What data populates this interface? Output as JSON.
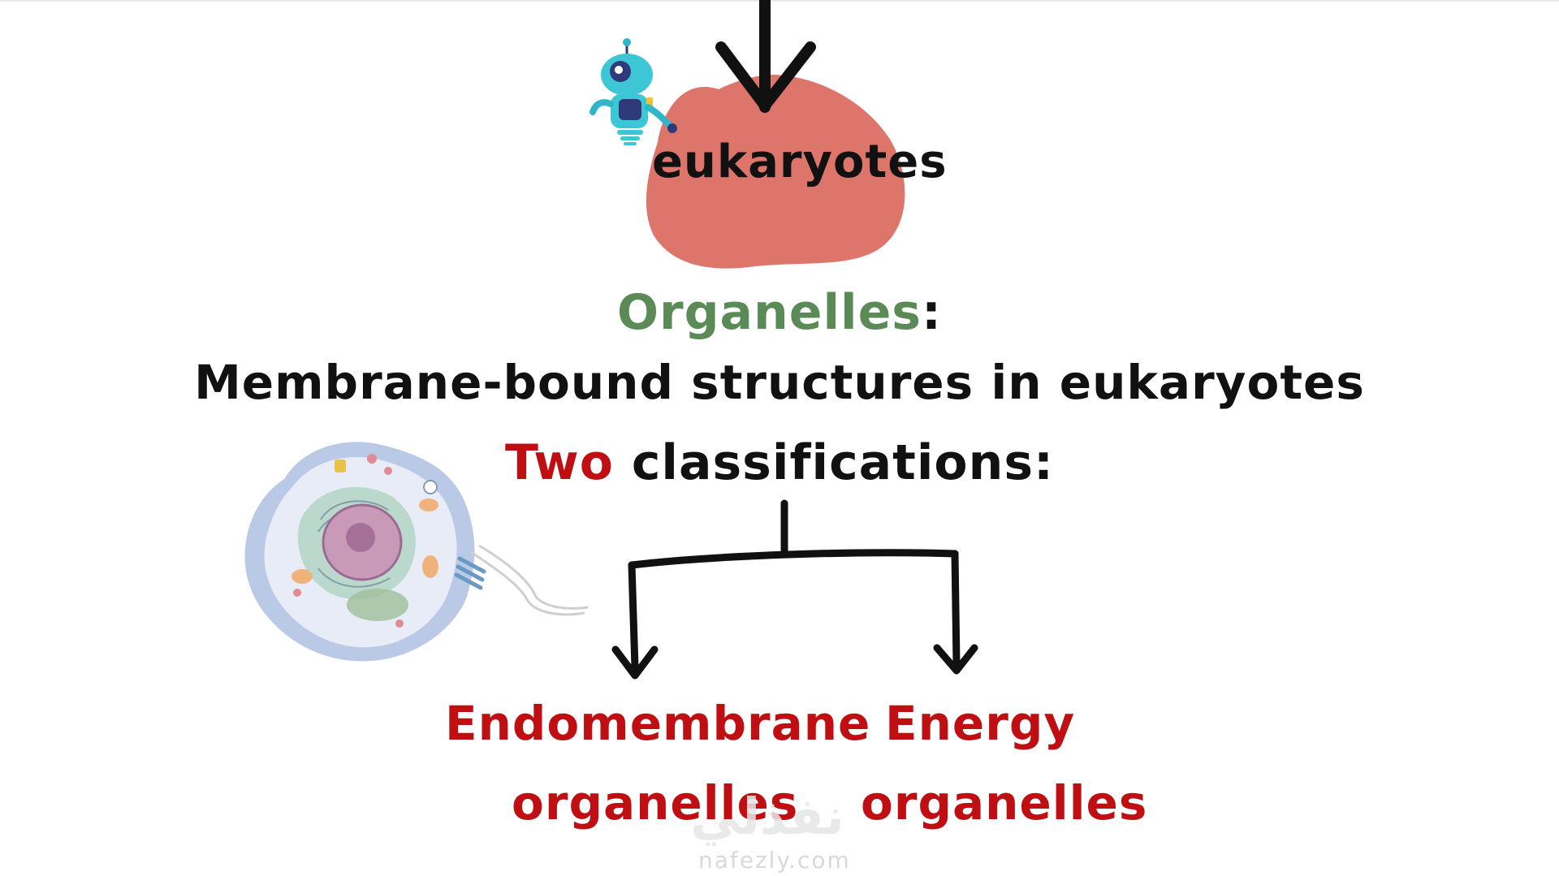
{
  "diagram": {
    "title": "eukaryotes",
    "heading": {
      "term": "Organelles",
      "colon": ":"
    },
    "definition": "Membrane-bound structures in eukaryotes",
    "classification": {
      "count_word": "Two",
      "rest": " classifications:"
    },
    "branches": [
      {
        "line1": "Endomembrane",
        "line2": "organelles"
      },
      {
        "line1": "Energy",
        "line2": "organelles"
      }
    ]
  },
  "watermark": {
    "logo_text": "نفذلي",
    "url": "nafezly.com"
  },
  "colors": {
    "blob": "#dd756b",
    "term_green": "#5a8a56",
    "accent_red": "#c00f12",
    "ink": "#111111"
  },
  "icons": [
    "robot-mascot-icon",
    "animal-cell-icon",
    "down-arrow-icon"
  ]
}
